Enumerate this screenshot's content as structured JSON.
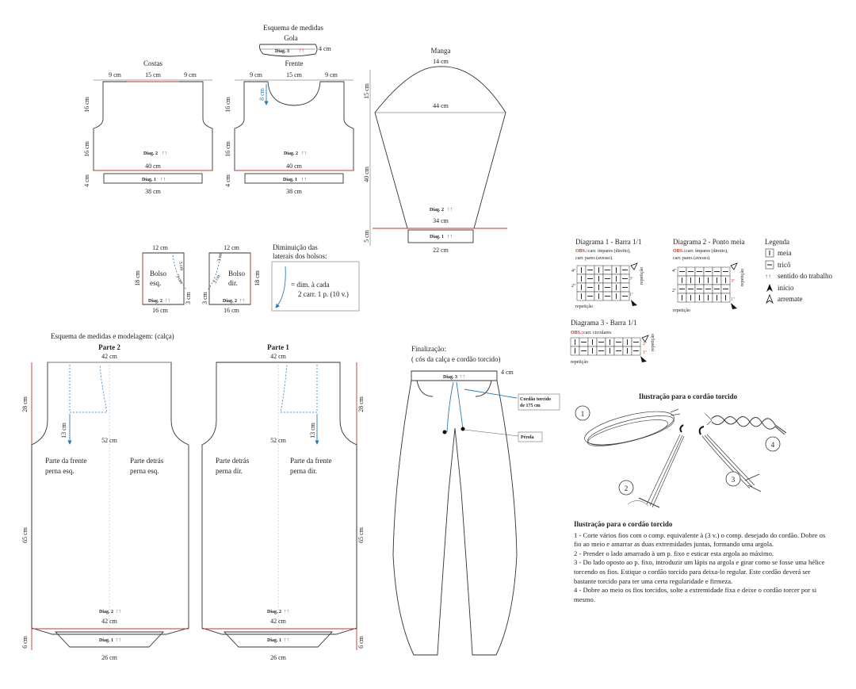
{
  "top": {
    "title": "Esquema de medidas",
    "gola": {
      "title": "Gola",
      "diag": "Diag. 3",
      "height": "4 cm"
    },
    "costas": {
      "title": "Costas",
      "top_left": "9 cm",
      "top_center": "15 cm",
      "top_right": "9 cm",
      "h_upper": "16 cm",
      "h_lower": "16 cm",
      "h_rib": "4 cm",
      "diag_body": "Diag. 2",
      "width": "40 cm",
      "diag_rib": "Diag. 1",
      "rib_width": "38 cm"
    },
    "frente": {
      "title": "Frente",
      "top_left": "9 cm",
      "top_center": "15 cm",
      "top_right": "9 cm",
      "neck_depth": "8 cm",
      "h_upper": "16 cm",
      "h_lower": "16 cm",
      "h_rib": "4 cm",
      "diag_body": "Diag. 2",
      "width": "40 cm",
      "diag_rib": "Diag. 1",
      "rib_width": "38 cm"
    },
    "manga": {
      "title": "Manga",
      "top": "14 cm",
      "cap_height": "15 cm",
      "width_top": "44 cm",
      "length": "40 cm",
      "diag_body": "Diag. 2",
      "width_bottom": "34 cm",
      "cuff_height": "5 cm",
      "diag_cuff": "Diag. 1",
      "cuff_width": "22 cm"
    }
  },
  "bolsos": {
    "left": {
      "top": "12 cm",
      "height": "18 cm",
      "name": "Bolso esq.",
      "side": "3 cm",
      "diag": "Diag. 2",
      "width": "16 cm",
      "slant_a": "3 cm",
      "slant_b": "3 cm",
      "slant_c": "3 cm"
    },
    "right": {
      "top": "12 cm",
      "height": "18 cm",
      "name": "Bolso dir.",
      "side": "3 cm",
      "diag": "Diag. 2",
      "width": "16 cm",
      "slant_a": "3 cm",
      "slant_b": "3 cm",
      "slant_c": "3 cm"
    },
    "decrease_title": "Diminuição das laterais dos bolsos:",
    "decrease_text_1": "= dim. à cada",
    "decrease_text_2": "2 carr. 1 p. (10 v.)"
  },
  "calca": {
    "title": "Esquema de medidas e modelagem: (calça)",
    "parte2": {
      "title": "Parte 2",
      "top": "42 cm",
      "h_top": "28 cm",
      "crotch": "13 cm",
      "hip": "52 cm",
      "label_left_1": "Parte da frente",
      "label_left_2": "perna esq.",
      "label_right_1": "Parte detrás",
      "label_right_2": "perna esq.",
      "h_leg": "65 cm",
      "diag_body": "Diag. 2",
      "bottom": "42 cm",
      "h_cuff": "6 cm",
      "diag_cuff": "Diag. 1",
      "cuff": "26 cm"
    },
    "parte1": {
      "title": "Parte 1",
      "top": "42 cm",
      "h_top": "28 cm",
      "crotch": "13 cm",
      "hip": "52 cm",
      "label_left_1": "Parte detrás",
      "label_left_2": "perna dir.",
      "label_right_1": "Parte da frente",
      "label_right_2": "perna dir.",
      "h_leg": "65 cm",
      "diag_body": "Diag. 2",
      "bottom": "42 cm",
      "h_cuff": "6 cm",
      "diag_cuff": "Diag. 1",
      "cuff": "26 cm"
    }
  },
  "finalizacao": {
    "title_1": "Finalização:",
    "title_2": "( cós da calça e cordão torcido)",
    "diag": "Diag. 3",
    "waist": "4 cm",
    "cord_label_1": "Cordão torcido",
    "cord_label_2": "de 175 cm",
    "pearl_label": "Pérola"
  },
  "diagrams": {
    "d1": {
      "title": "Diagrama 1 - Barra 1/1",
      "obs_label": "OBS.:",
      "obs_1": "carr. ímpares (direito),",
      "obs_2": "carr. pares (avesso).",
      "row4": "4ª",
      "row2": "2ª",
      "row3": "3ª",
      "row1": "1ª",
      "repeat": "repetição",
      "side": "repetição",
      "rows": [
        [
          "|",
          "−",
          "|",
          "−",
          "|",
          "−"
        ],
        [
          "|",
          "−",
          "|",
          "−",
          "|",
          "−"
        ],
        [
          "|",
          "−",
          "|",
          "−",
          "|",
          "−"
        ],
        [
          "|",
          "−",
          "|",
          "−",
          "|",
          "−"
        ]
      ]
    },
    "d2": {
      "title": "Diagrama 2 - Ponto meia",
      "obs_label": "OBS.:",
      "obs_1": "carr. ímpares (direito),",
      "obs_2": "carr. pares (avesso).",
      "row4": "4ª",
      "row2": "2ª",
      "row3": "3ª",
      "row1": "1ª",
      "repeat": "repetição",
      "side": "repetição",
      "rows": [
        [
          "−",
          "−",
          "−",
          "−",
          "−",
          "−"
        ],
        [
          "|",
          "|",
          "|",
          "|",
          "|",
          "|"
        ],
        [
          "−",
          "−",
          "−",
          "−",
          "−",
          "−"
        ],
        [
          "|",
          "|",
          "|",
          "|",
          "|",
          "|"
        ]
      ]
    },
    "d3": {
      "title": "Diagrama 3 - Barra 1/1",
      "obs_label": "OBS.:",
      "obs_1": "carr. circulares",
      "row2": "2ª",
      "row1": "1ª",
      "repeat": "repetição",
      "side": "repetição",
      "rows": [
        [
          "|",
          "−",
          "|",
          "−",
          "|",
          "−",
          "|",
          "−"
        ],
        [
          "|",
          "−",
          "|",
          "−",
          "|",
          "−",
          "|",
          "−"
        ]
      ]
    }
  },
  "legend": {
    "title": "Legenda",
    "meia": "meia",
    "trico": "tricô",
    "sentido": "sentido do trabalho",
    "inicio": "início",
    "arremate": "arremate"
  },
  "cord": {
    "illus_title": "Ilustração para o cordão torcido",
    "n1": "1",
    "n2": "2",
    "n3": "3",
    "n4": "4",
    "instr_title": "Ilustração para o cordão torcido",
    "step1": "1 -  Corte vários fios com o comp. equivalente à (3 v.) o comp. desejado do cordão. Dobre os fio ao meio e amarrar as duas extremidades juntas, formando uma argola.",
    "step2": "2 - Prender o lado amarrado à um p. fixo e esticar esta argola ao máximo.",
    "step3": "3 - Do lado oposto ao p. fixo, introduzir um lápis na argola e girar como se fosse uma hélice torcendo os fios. Estique o cordão torcido para deixa-lo regular. Este cordão deverá ser bastante torcido para ter uma certa regularidade e firmeza.",
    "step4": "4 - Dobre ao meio os fios torcidos, solte a extremidade fixa e deixe o cordão torcer por si mesmo."
  }
}
